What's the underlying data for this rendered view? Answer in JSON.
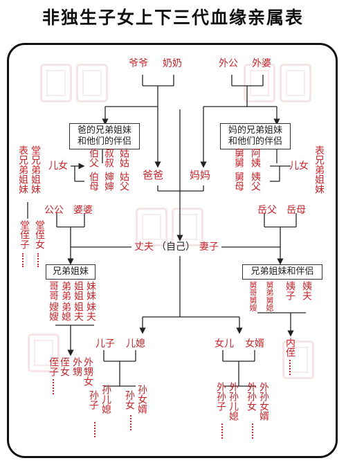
{
  "title": "非独生子女上下三代血缘亲属表",
  "grandparents_paternal": [
    "爷爷",
    "奶奶"
  ],
  "grandparents_maternal": [
    "外公",
    "外婆"
  ],
  "father_siblings_box": [
    "爸的兄弟姐妹",
    "和他们的伴侣"
  ],
  "mother_siblings_box": [
    "妈的兄弟姐妹",
    "和他们的伴侣"
  ],
  "father_side": {
    "uncles_aunts": [
      "伯父",
      "叔叔",
      "姑姑",
      "伯母",
      "婶婶",
      "姑父"
    ],
    "children_label": "儿女",
    "cousins": [
      "堂兄弟姐妹",
      "表兄弟姐妹"
    ],
    "cousin_children": [
      "堂侄子",
      "堂侄女"
    ]
  },
  "mother_side": {
    "uncles_aunts": [
      "舅舅",
      "阿姨",
      "舅母",
      "姨父"
    ],
    "children_label": "儿女",
    "cousins": [
      "表兄弟姐妹"
    ]
  },
  "father": "爸爸",
  "mother": "妈妈",
  "husband_parents": [
    "公公",
    "婆婆"
  ],
  "wife_parents": [
    "岳父",
    "岳母"
  ],
  "self_row": {
    "husband": "丈夫",
    "self": "（自己）",
    "wife": "妻子"
  },
  "own_siblings_box": "兄弟姐妹",
  "own_siblings": [
    "哥哥",
    "嫂嫂",
    "弟弟",
    "弟媳",
    "姐姐",
    "姐夫",
    "妹妹",
    "妹夫"
  ],
  "own_sibling_children": [
    "侄子",
    "侄女",
    "外甥",
    "外甥女"
  ],
  "spouse_siblings_box": "兄弟姐妹和伴侣",
  "spouse_siblings": [
    "舅哥舅嫂",
    "舅弟舅媳",
    "姨子",
    "姨夫"
  ],
  "spouse_sibling_children": [
    "内侄"
  ],
  "children_son": [
    "儿子",
    "儿媳"
  ],
  "children_daughter": [
    "女儿",
    "女婿"
  ],
  "grandchildren_son": [
    "孙子",
    "孙儿媳",
    "孙女",
    "孙女婿"
  ],
  "grandchildren_daughter": [
    "外孙子",
    "外孙儿媳",
    "外孙女",
    "外孙女婿"
  ]
}
